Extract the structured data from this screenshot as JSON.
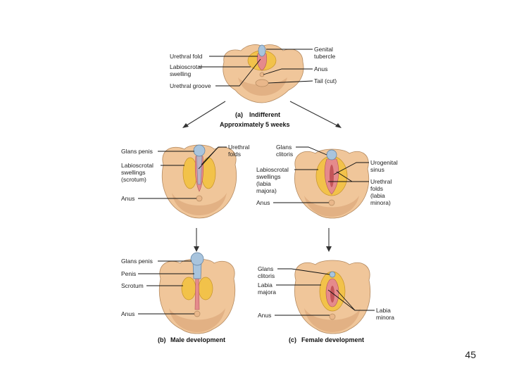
{
  "panel_a": {
    "labels": {
      "urethral_fold": "Urethral fold",
      "labioscrotal_swelling_1": "Labioscrotal",
      "labioscrotal_swelling_2": "swelling",
      "urethral_groove": "Urethral groove",
      "genital_tubercle_1": "Genital",
      "genital_tubercle_2": "tubercle",
      "anus": "Anus",
      "tail_cut": "Tail (cut)"
    },
    "caption_letter": "(a)",
    "caption": "Indifferent",
    "subcaption": "Approximately 5 weeks"
  },
  "panel_b_top": {
    "labels": {
      "glans_penis": "Glans penis",
      "urethral_folds_1": "Urethral",
      "urethral_folds_2": "folds",
      "labioscrotal_1": "Labioscrotal",
      "labioscrotal_2": "swellings",
      "labioscrotal_3": "(scrotum)",
      "anus": "Anus"
    }
  },
  "panel_c_top": {
    "labels": {
      "glans_clitoris_1": "Glans",
      "glans_clitoris_2": "clitoris",
      "urogenital_sinus_1": "Urogenital",
      "urogenital_sinus_2": "sinus",
      "labioscrotal_1": "Labioscrotal",
      "labioscrotal_2": "swellings",
      "labioscrotal_3": "(labia",
      "labioscrotal_4": "majora)",
      "urethral_folds_1": "Urethral",
      "urethral_folds_2": "folds",
      "urethral_folds_3": "(labia",
      "urethral_folds_4": "minora)",
      "anus": "Anus"
    }
  },
  "panel_b_bottom": {
    "labels": {
      "glans_penis": "Glans penis",
      "penis": "Penis",
      "scrotum": "Scrotum",
      "anus": "Anus"
    },
    "caption_letter": "(b)",
    "caption": "Male development"
  },
  "panel_c_bottom": {
    "labels": {
      "glans_clitoris_1": "Glans",
      "glans_clitoris_2": "clitoris",
      "labia_majora_1": "Labia",
      "labia_majora_2": "majora",
      "labia_minora_1": "Labia",
      "labia_minora_2": "minora",
      "anus": "Anus"
    },
    "caption_letter": "(c)",
    "caption": "Female development"
  },
  "page_number": "45"
}
